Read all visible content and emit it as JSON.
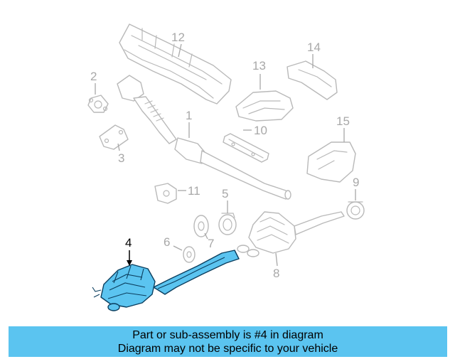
{
  "callouts": [
    {
      "id": "1",
      "label": "1",
      "highlighted": false
    },
    {
      "id": "2",
      "label": "2",
      "highlighted": false
    },
    {
      "id": "3",
      "label": "3",
      "highlighted": false
    },
    {
      "id": "4",
      "label": "4",
      "highlighted": true
    },
    {
      "id": "5",
      "label": "5",
      "highlighted": false
    },
    {
      "id": "6",
      "label": "6",
      "highlighted": false
    },
    {
      "id": "7",
      "label": "7",
      "highlighted": false
    },
    {
      "id": "8",
      "label": "8",
      "highlighted": false
    },
    {
      "id": "9",
      "label": "9",
      "highlighted": false
    },
    {
      "id": "10",
      "label": "10",
      "highlighted": false
    },
    {
      "id": "11",
      "label": "11",
      "highlighted": false
    },
    {
      "id": "12",
      "label": "12",
      "highlighted": false
    },
    {
      "id": "13",
      "label": "13",
      "highlighted": false
    },
    {
      "id": "14",
      "label": "14",
      "highlighted": false
    },
    {
      "id": "15",
      "label": "15",
      "highlighted": false
    }
  ],
  "banner": {
    "line1": "Part or sub-assembly is #4 in diagram",
    "line2": "Diagram may not be specific to your vehicle"
  },
  "colors": {
    "highlight": "#5bc4f0",
    "highlight_outline": "#0b3e5e",
    "ghost_outline": "#b9b9b9",
    "callout_text": "#a8a8a8"
  }
}
